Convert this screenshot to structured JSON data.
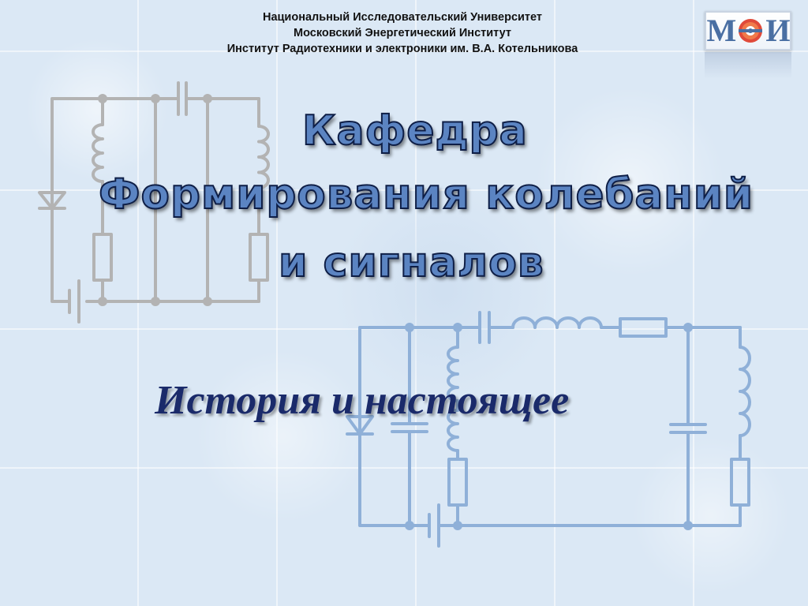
{
  "header": {
    "line1": "Национальный Исследовательский Университет",
    "line2": "Московский Энергетический Институт",
    "line3": "Институт Радиотехники и электроники им. В.А. Котельникова"
  },
  "logo": {
    "left_letter": "М",
    "right_letter": "И",
    "emblem": "mei-emblem-icon"
  },
  "title": {
    "line1": "Кафедра",
    "line2": "Формирования колебаний",
    "line3": "и сигналов"
  },
  "subtitle": "История и настоящее",
  "colors": {
    "title_fill": "#5b84c2",
    "title_outline": "#0e1e46",
    "subtitle": "#1a2a6a",
    "circuit_gray": "#b3b3b3",
    "circuit_blue": "#8fb0d8"
  }
}
